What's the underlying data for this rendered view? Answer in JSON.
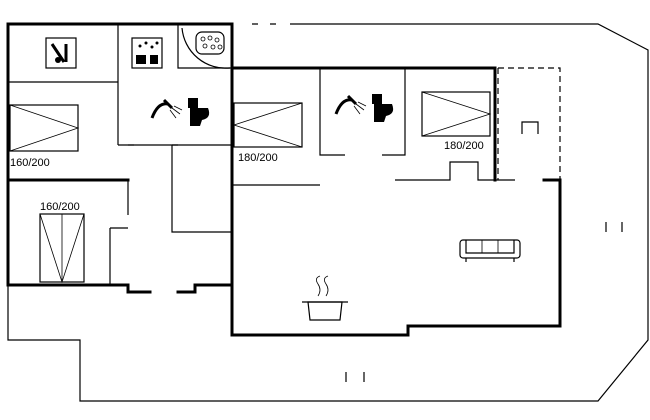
{
  "plan": {
    "beds": [
      {
        "label": "160/200"
      },
      {
        "label": "160/200"
      },
      {
        "label": "180/200"
      },
      {
        "label": "180/200"
      }
    ]
  },
  "icons": [
    "washing-machine-icon",
    "dryer-icon",
    "whirlpool-icon",
    "shower-icon",
    "toilet-icon",
    "sofa-icon",
    "cooking-pot-icon",
    "fireplace-icon"
  ]
}
